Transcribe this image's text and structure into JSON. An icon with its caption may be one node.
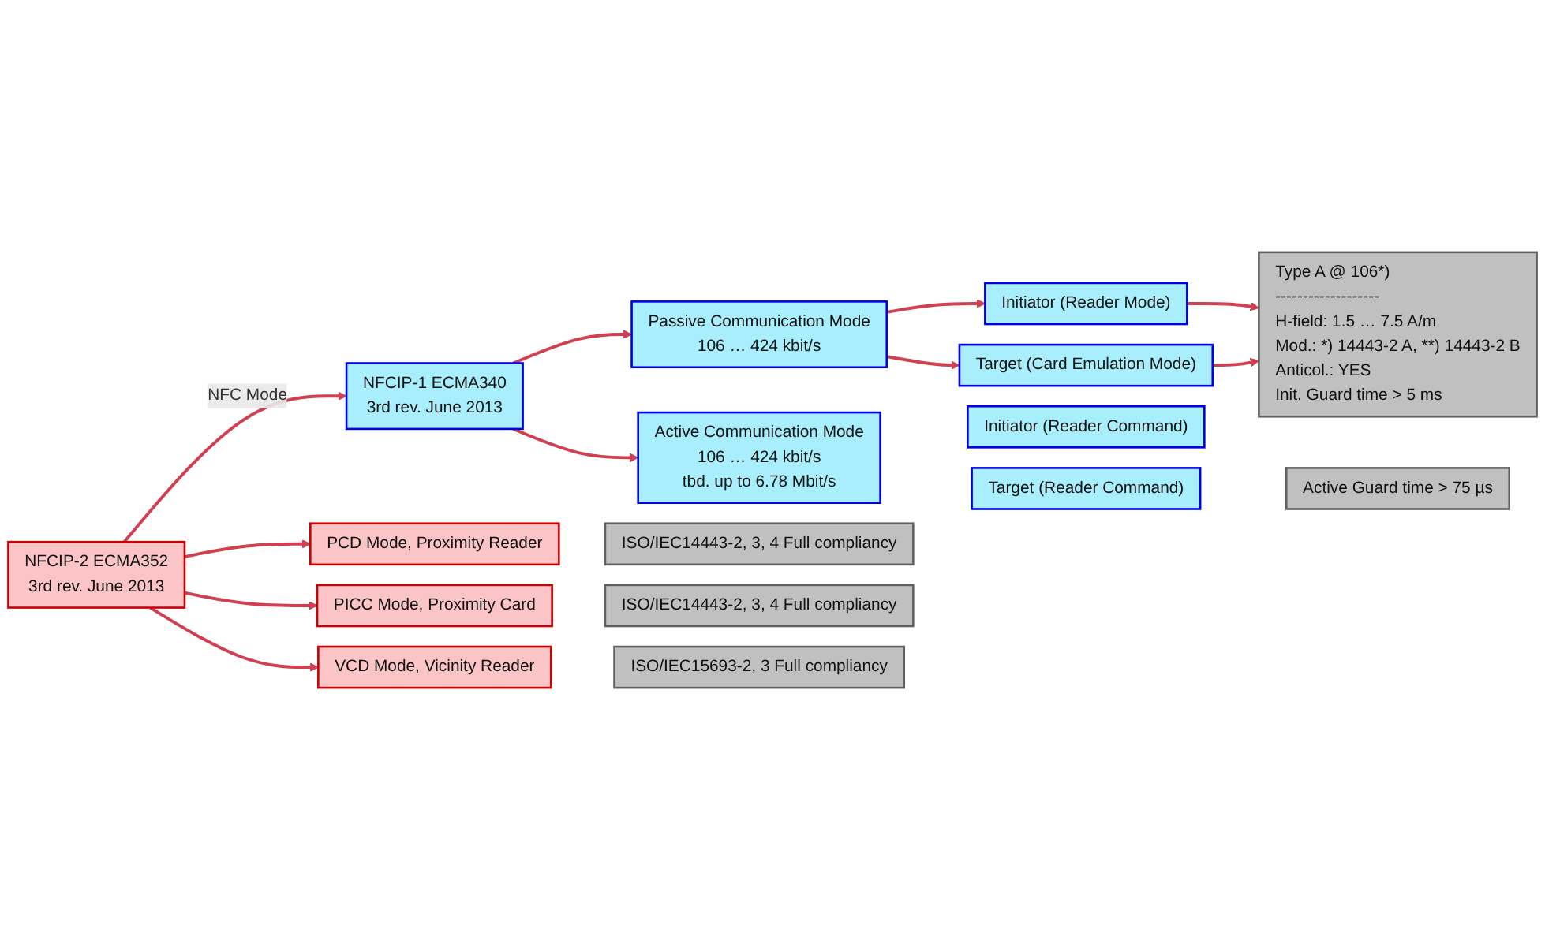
{
  "diagram": {
    "nodes": [
      {
        "text": [
          "NFCIP-1 ECMA340",
          "3rd rev. June 2013"
        ]
      },
      {
        "text": [
          "Passive Communication Mode",
          "106 … 424 kbit/s"
        ]
      },
      {
        "text": [
          "Initiator (Reader Mode)"
        ]
      },
      {
        "text": [
          "Target (Card Emulation Mode)"
        ]
      },
      {
        "text": [
          "Type A @ 106*)",
          "-------------------",
          "H-field: 1.5 … 7.5 A/m",
          "Mod.: *) 14443-2 A, **) 14443-2 B",
          "Anticol.: YES",
          "Init. Guard time > 5 ms"
        ]
      },
      {
        "text": [
          "Active Communication Mode",
          "106 … 424 kbit/s",
          "tbd. up to 6.78 Mbit/s"
        ]
      },
      {
        "text": [
          "Initiator (Reader Command)"
        ]
      },
      {
        "text": [
          "Target (Reader Command)"
        ]
      },
      {
        "text": [
          "Active Guard time > 75 µs"
        ]
      },
      {
        "text": [
          "NFCIP-2 ECMA352",
          "3rd rev. June 2013"
        ]
      },
      {
        "text": [
          "PCD Mode, Proximity Reader"
        ]
      },
      {
        "text": [
          "ISO/IEC14443-2, 3, 4 Full compliancy"
        ]
      },
      {
        "text": [
          "PICC Mode, Proximity Card"
        ]
      },
      {
        "text": [
          "ISO/IEC14443-2, 3, 4 Full compliancy"
        ]
      },
      {
        "text": [
          "VCD Mode, Vicinity Reader"
        ]
      },
      {
        "text": [
          "ISO/IEC15693-2, 3 Full compliancy"
        ]
      }
    ],
    "edges": [
      {
        "from": 9,
        "to": 0,
        "arrow": "to",
        "label": "NFC Mode"
      },
      {
        "from": 0,
        "to": 1,
        "arrow": "to"
      },
      {
        "from": 0,
        "to": 5,
        "arrow": "to"
      },
      {
        "from": 1,
        "to": 2,
        "arrow": "to"
      },
      {
        "from": 1,
        "to": 3,
        "arrow": "to"
      },
      {
        "from": 2,
        "to": 4,
        "arrow": "to"
      },
      {
        "from": 3,
        "to": 4,
        "arrow": "to"
      },
      {
        "from": 9,
        "to": 10,
        "arrow": "to"
      },
      {
        "from": 9,
        "to": 12,
        "arrow": "to"
      },
      {
        "from": 9,
        "to": 14,
        "arrow": "to"
      }
    ]
  }
}
